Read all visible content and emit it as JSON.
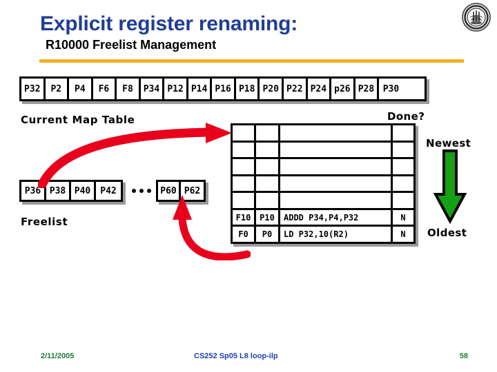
{
  "slide": {
    "title": "Explicit register renaming:",
    "subtitle": "R10000 Freelist Management",
    "logo_icon": "berkeley-seal-icon",
    "accent_color": "#F0B323",
    "title_color": "#1F3D96"
  },
  "map_table": {
    "label": "Current Map Table",
    "cells": [
      "P32",
      "P2",
      "P4",
      "F6",
      "F8",
      "P34",
      "P12",
      "P14",
      "P16",
      "P18",
      "P20",
      "P22",
      "P24",
      "p26",
      "P28",
      "P30"
    ]
  },
  "freelist": {
    "label": "Freelist",
    "cells_head": [
      "P36",
      "P38",
      "P40",
      "P42"
    ],
    "ellipsis": "...",
    "cells_tail": [
      "P60",
      "P62"
    ]
  },
  "rob": {
    "done_label": "Done?",
    "newest_label": "Newest",
    "oldest_label": "Oldest",
    "rows": [
      {
        "arch_reg": "",
        "phys_reg": "",
        "instruction": "",
        "done": ""
      },
      {
        "arch_reg": "",
        "phys_reg": "",
        "instruction": "",
        "done": ""
      },
      {
        "arch_reg": "",
        "phys_reg": "",
        "instruction": "",
        "done": ""
      },
      {
        "arch_reg": "",
        "phys_reg": "",
        "instruction": "",
        "done": ""
      },
      {
        "arch_reg": "",
        "phys_reg": "",
        "instruction": "",
        "done": ""
      },
      {
        "arch_reg": "F10",
        "phys_reg": "P10",
        "instruction": "ADDD P34,P4,P32",
        "done": "N"
      },
      {
        "arch_reg": "F0",
        "phys_reg": "P0",
        "instruction": "LD P32,10(R2)",
        "done": "N"
      }
    ]
  },
  "arrows": {
    "allocate_icon": "red-curved-arrow-right-icon",
    "free_icon": "red-curved-arrow-up-icon",
    "age_icon": "green-down-arrow-icon",
    "red_color": "#E8001C",
    "green_color": "#16A013"
  },
  "footer": {
    "date": "2/11/2005",
    "center": "CS252 Sp05 L8 loop-ilp",
    "page": "58",
    "date_color": "#1F7A33",
    "center_color": "#2040B0"
  }
}
